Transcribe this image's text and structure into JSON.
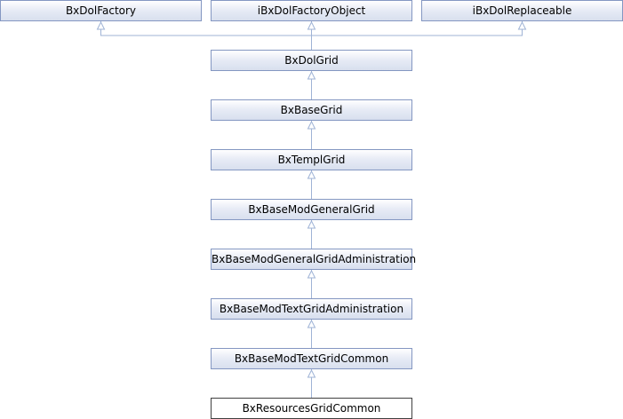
{
  "diagram": {
    "nodes": {
      "factory": "BxDolFactory",
      "factory_object": "iBxDolFactoryObject",
      "replaceable": "iBxDolReplaceable",
      "dolgrid": "BxDolGrid",
      "basegrid": "BxBaseGrid",
      "templgrid": "BxTemplGrid",
      "general_grid": "BxBaseModGeneralGrid",
      "general_admin": "BxBaseModGeneralGridAdministration",
      "text_admin": "BxBaseModTextGridAdministration",
      "text_common": "BxBaseModTextGridCommon",
      "resources": "BxResourcesGridCommon"
    },
    "edge_color": "#9fb3d6",
    "node_border_color": "#8497c2",
    "current_node_border_color": "#404040"
  }
}
